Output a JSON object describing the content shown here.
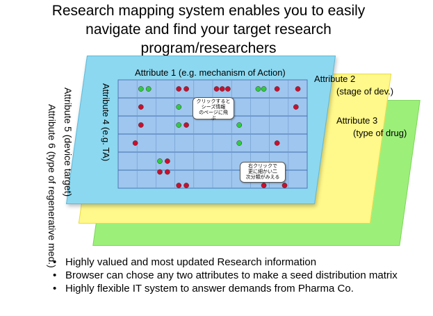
{
  "title": {
    "line1": "Research mapping system enables you to easily",
    "line2": "navigate and find your target research",
    "line3": "program/researchers"
  },
  "attributes": {
    "attr1": "Attribute 1 (e.g. mechanism of Action)",
    "attr2_line1": "Attribute 2",
    "attr2_line2": "(stage of dev.)",
    "attr3_line1": "Attribute 3",
    "attr3_line2": "(type of drug)",
    "attr4": "Attribute 4 (e.g. TA)",
    "attr5": "Attribute 5 (device target)",
    "attr6": "Attribute 6 (type of regenerative med.)"
  },
  "callouts": {
    "click_line1": "クリックすると",
    "click_line2": "シーズ情報",
    "click_line3": "のページに飛",
    "click_line4": "ぶ",
    "right_click_line1": "右クリックで",
    "right_click_line2": "更に細かい二",
    "right_click_line3": "次分類がみえる"
  },
  "bullets": [
    "Highly valued and most updated Research information",
    "Browser can chose any two attributes to make a seed distribution matrix",
    "Highly flexible IT system to answer demands from Pharma Co."
  ],
  "colors": {
    "layer_blue": "#8cd8f0",
    "layer_yellow": "#fff88a",
    "layer_green": "#9cf07a",
    "grid_bg": "#9fc6ee",
    "dot_green": "#2ecc40",
    "dot_red": "#c8102e"
  },
  "dots": [
    {
      "color": "green",
      "row": 0,
      "col": 1.0
    },
    {
      "color": "green",
      "row": 0,
      "col": 1.4
    },
    {
      "color": "red",
      "row": 0,
      "col": 3.0
    },
    {
      "color": "red",
      "row": 0,
      "col": 3.4
    },
    {
      "color": "red",
      "row": 0,
      "col": 5.0
    },
    {
      "color": "red",
      "row": 0,
      "col": 5.3
    },
    {
      "color": "red",
      "row": 0,
      "col": 5.6
    },
    {
      "color": "green",
      "row": 0,
      "col": 7.2
    },
    {
      "color": "green",
      "row": 0,
      "col": 7.5
    },
    {
      "color": "red",
      "row": 0,
      "col": 8.2
    },
    {
      "color": "red",
      "row": 0,
      "col": 9.3
    },
    {
      "color": "green",
      "row": 1,
      "col": 3.0
    },
    {
      "color": "red",
      "row": 1,
      "col": 1.0
    },
    {
      "color": "red",
      "row": 1,
      "col": 9.2
    },
    {
      "color": "red",
      "row": 2,
      "col": 1.0
    },
    {
      "color": "green",
      "row": 2,
      "col": 3.0
    },
    {
      "color": "red",
      "row": 2,
      "col": 3.4
    },
    {
      "color": "green",
      "row": 2,
      "col": 6.2
    },
    {
      "color": "red",
      "row": 3,
      "col": 0.7
    },
    {
      "color": "green",
      "row": 3,
      "col": 6.2
    },
    {
      "color": "red",
      "row": 3,
      "col": 8.2
    },
    {
      "color": "green",
      "row": 4,
      "col": 2.0
    },
    {
      "color": "red",
      "row": 4,
      "col": 2.4
    },
    {
      "color": "red",
      "row": 4.6,
      "col": 2.0
    },
    {
      "color": "red",
      "row": 4.6,
      "col": 2.4
    },
    {
      "color": "red",
      "row": 5.6,
      "col": 3.0
    },
    {
      "color": "red",
      "row": 5.6,
      "col": 3.4
    },
    {
      "color": "red",
      "row": 5.6,
      "col": 7.5
    },
    {
      "color": "red",
      "row": 5.6,
      "col": 8.6
    }
  ]
}
